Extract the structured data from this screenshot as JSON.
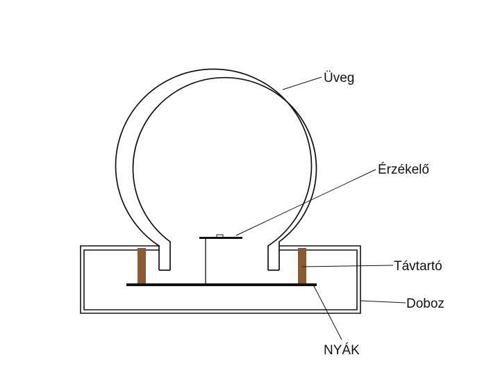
{
  "labels": {
    "glass": "Üveg",
    "sensor": "Érzékelő",
    "spacer": "Távtartó",
    "box": "Doboz",
    "pcb": "NYÁK"
  },
  "colors": {
    "line": "#111111",
    "spacer": "#8b5a33",
    "background": "#ffffff"
  }
}
